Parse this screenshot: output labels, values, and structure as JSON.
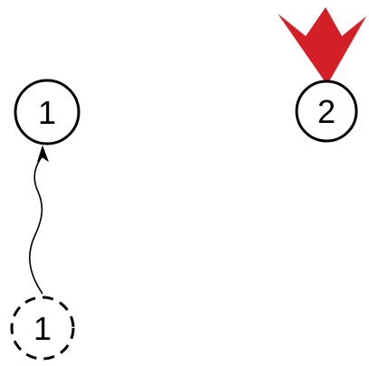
{
  "nodes": {
    "node1": {
      "label": "1"
    },
    "node2": {
      "label": "2"
    },
    "node1_ghost": {
      "label": "1"
    }
  },
  "colors": {
    "stroke": "#000000",
    "background": "#ffffff",
    "arrow": "#d41f27"
  },
  "icons": {
    "move_path": "wavy-arrow-icon",
    "highlight": "red-crown-arrow-icon"
  }
}
